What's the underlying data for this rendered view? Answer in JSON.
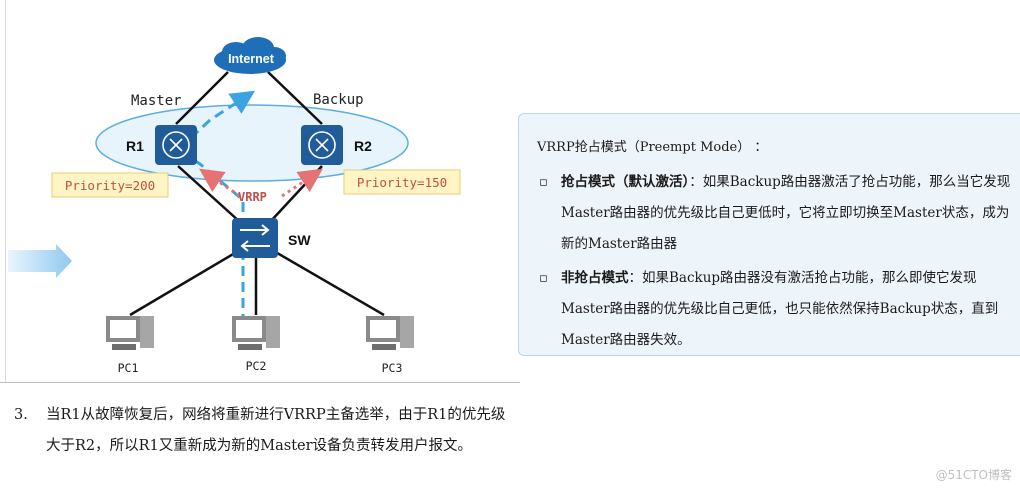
{
  "diagram": {
    "internet_label": "Internet",
    "master_label": "Master",
    "backup_label": "Backup",
    "r1_label": "R1",
    "r2_label": "R2",
    "r1_priority": "Priority=200",
    "r2_priority": "Priority=150",
    "vrrp_label": "VRRP",
    "switch_label": "SW",
    "pc_labels": [
      "PC1",
      "PC2",
      "PC3"
    ],
    "colors": {
      "router_blue": "#1f5c99",
      "cloud_blue": "#1f6fb8",
      "traffic_path": "#3aa3e0",
      "vrrp_arrow": "#e57373",
      "priority_box": "#fff4c4"
    }
  },
  "info_panel": {
    "title": "VRRP抢占模式（Preempt Mode） ：",
    "items": [
      {
        "bold": "抢占模式（默认激活）",
        "text": "：如果Backup路由器激活了抢占功能，那么当它发现Master路由器的优先级比自己更低时，它将立即切换至Master状态，成为新的Master路由器"
      },
      {
        "bold": "非抢占模式",
        "text": "：如果Backup路由器没有激活抢占功能，那么即使它发现Master路由器的优先级比自己更低，也只能依然保持Backup状态，直到Master路由器失效。"
      }
    ]
  },
  "step": {
    "number": "3.",
    "text": "当R1从故障恢复后，网络将重新进行VRRP主备选举，由于R1的优先级大于R2，所以R1又重新成为新的Master设备负责转发用户报文。"
  },
  "watermark": "@51CTO博客"
}
